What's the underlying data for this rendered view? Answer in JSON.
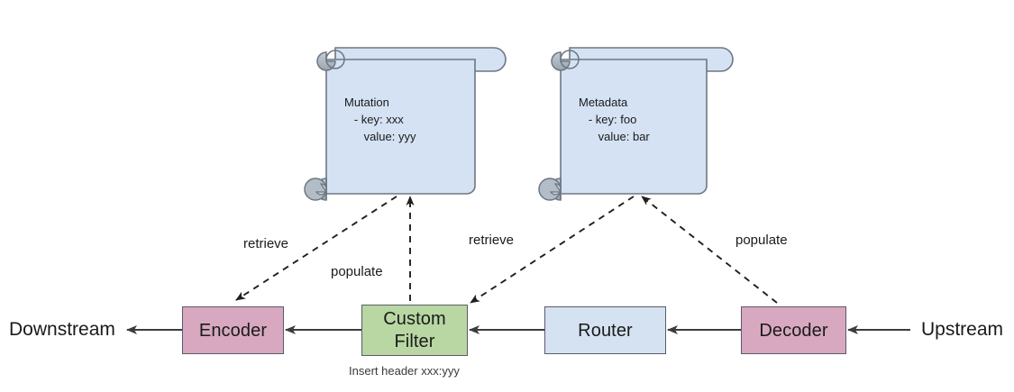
{
  "diagram": {
    "title": "Envoy filter chain with Mutation and Metadata scrolls",
    "colors": {
      "scroll_fill": "#d4e2f4",
      "scroll_stroke": "#6e7781",
      "pink": "#d7a8c0",
      "green": "#b8d7a3",
      "blue": "#d4e2f2",
      "box_stroke": "#5b5b66",
      "line": "#3c3c3c",
      "text": "#1a1a1a"
    },
    "scrolls": [
      {
        "id": "mutation",
        "title": "Mutation",
        "lines": [
          "Mutation",
          "   - key: xxx",
          "      value: yyy"
        ],
        "text": "Mutation\n   - key: xxx\n      value: yyy"
      },
      {
        "id": "metadata",
        "title": "Metadata",
        "lines": [
          "Metadata",
          "   - key: foo",
          "      value: bar"
        ],
        "text": "Metadata\n   - key: foo\n      value: bar"
      }
    ],
    "nodes": [
      {
        "id": "encoder",
        "label": "Encoder",
        "color": "pink"
      },
      {
        "id": "custom_filter",
        "label": "Custom\nFilter",
        "color": "green"
      },
      {
        "id": "router",
        "label": "Router",
        "color": "blue"
      },
      {
        "id": "decoder",
        "label": "Decoder",
        "color": "pink"
      }
    ],
    "endpoints": {
      "downstream": "Downstream",
      "upstream": "Upstream"
    },
    "edge_labels": {
      "retrieve_left": "retrieve",
      "populate_left": "populate",
      "retrieve_right": "retrieve",
      "populate_right": "populate"
    },
    "captions": {
      "custom_filter": "Insert  header xxx:yyy"
    }
  }
}
